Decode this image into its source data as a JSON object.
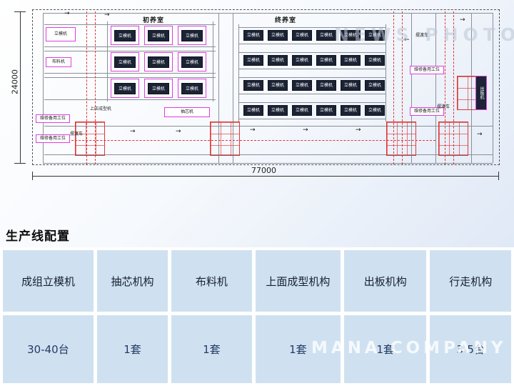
{
  "page": {
    "title": "生产线配置",
    "watermark_top": "NEWS PHOTO",
    "watermark_logo": "◉",
    "watermark_bottom": "MANA COMPANY"
  },
  "diagram": {
    "rooms": {
      "left": "初养室",
      "right": "终养室"
    },
    "dims": {
      "width": "77000",
      "height": "24000"
    },
    "mold_label": "立模机",
    "labels": {
      "limoji": "立模机",
      "bulaoji": "布料机",
      "shangya": "上压成型机",
      "chouxin": "抽芯机",
      "weixiu": "维修备用工位",
      "baiduche": "摆渡车",
      "chuban": "出板机"
    },
    "left_grid": {
      "rows": 3,
      "cols": 3
    },
    "right_grid": {
      "rows": 4,
      "cols": 6
    }
  },
  "glyphs": {
    "right": "→",
    "left": "←"
  },
  "table": {
    "headers": [
      "成组立模机",
      "抽芯机构",
      "布料机",
      "上面成型机构",
      "出板机构",
      "行走机构"
    ],
    "values": [
      "30-40台",
      "1套",
      "1套",
      "1套",
      "1套",
      "3-5台"
    ]
  }
}
